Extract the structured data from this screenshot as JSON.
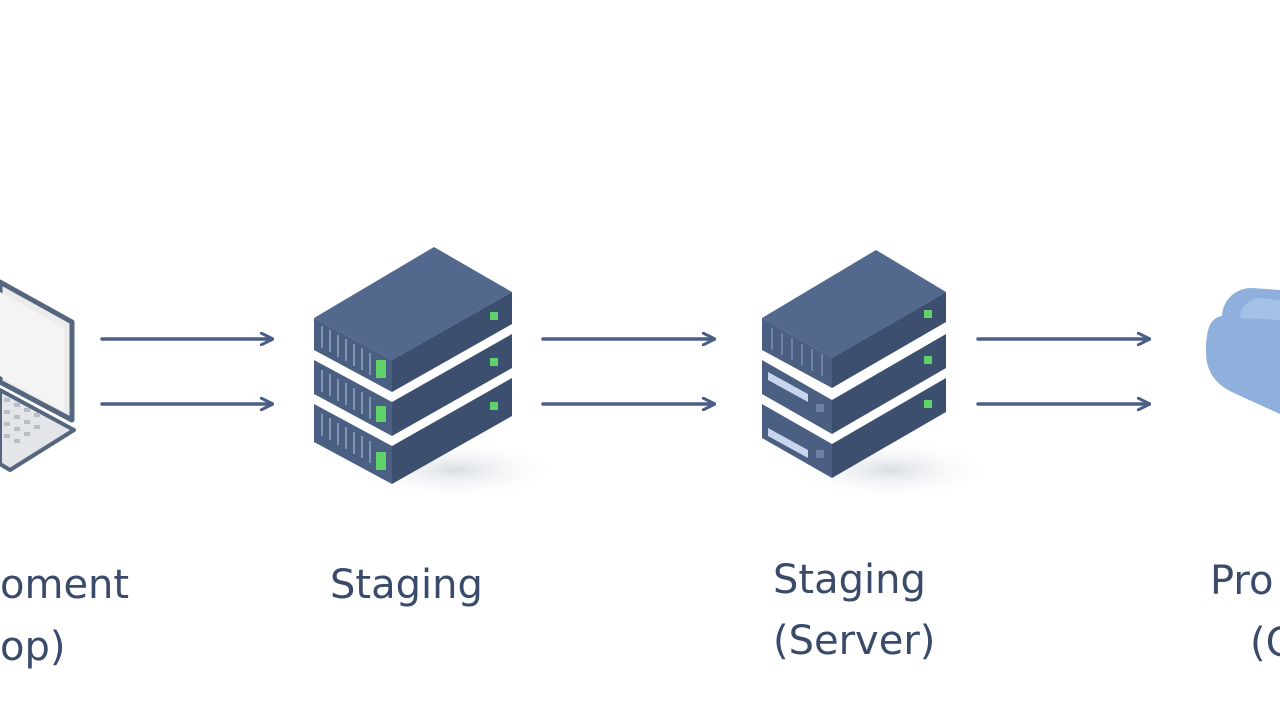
{
  "colors": {
    "server_dark": "#4a5f82",
    "server_top": "#52688c",
    "server_side": "#3c4f6e",
    "led_green": "#5fd36a",
    "arrow": "#4b5f86",
    "cloud": "#8fb0dd",
    "laptop_frame": "#55667f",
    "label_text": "#3a4a6a"
  },
  "nodes": [
    {
      "id": "development",
      "label_line1": "oment",
      "label_line2": "op)",
      "icon": "laptop-icon"
    },
    {
      "id": "staging",
      "label_line1": "Staging",
      "label_line2": "",
      "icon": "server-stack-icon"
    },
    {
      "id": "staging-server",
      "label_line1": "Staging",
      "label_line2": "(Server)",
      "icon": "server-stack-icon"
    },
    {
      "id": "production",
      "label_line1": "Pro",
      "label_line2": "(C",
      "icon": "cloud-icon"
    }
  ],
  "edges": [
    {
      "from": "development",
      "to": "staging",
      "count": 2
    },
    {
      "from": "staging",
      "to": "staging-server",
      "count": 2
    },
    {
      "from": "staging-server",
      "to": "production",
      "count": 2
    }
  ]
}
